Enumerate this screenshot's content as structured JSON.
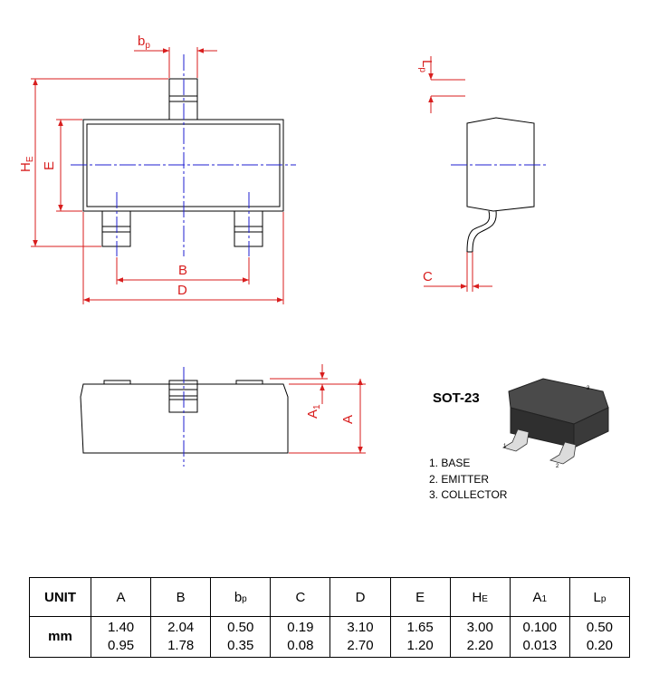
{
  "dimension_labels": {
    "bp": {
      "main": "b",
      "sub": "p"
    },
    "lp": {
      "main": "L",
      "sub": "p"
    },
    "he": {
      "main": "H",
      "sub": "E"
    },
    "e": "E",
    "b": "B",
    "d": "D",
    "c": "C",
    "a1": {
      "main": "A",
      "sub": "1"
    },
    "a": "A"
  },
  "package": {
    "title": "SOT-23",
    "pin_numbers": [
      "1",
      "2",
      "3"
    ],
    "pins": [
      "1.  BASE",
      "2.  EMITTER",
      "3.  COLLECTOR"
    ]
  },
  "table": {
    "unit_header": "UNIT",
    "columns": [
      {
        "main": "A",
        "sub": ""
      },
      {
        "main": "B",
        "sub": ""
      },
      {
        "main": "b",
        "sub": "p"
      },
      {
        "main": "C",
        "sub": ""
      },
      {
        "main": "D",
        "sub": ""
      },
      {
        "main": "E",
        "sub": ""
      },
      {
        "main": "H",
        "sub": "E"
      },
      {
        "main": "A",
        "sub": "1"
      },
      {
        "main": "L",
        "sub": "p"
      }
    ],
    "unit": "mm",
    "max_values": [
      "1.40",
      "2.04",
      "0.50",
      "0.19",
      "3.10",
      "1.65",
      "3.00",
      "0.100",
      "0.50"
    ],
    "min_values": [
      "0.95",
      "1.78",
      "0.35",
      "0.08",
      "2.70",
      "1.20",
      "2.20",
      "0.013",
      "0.20"
    ]
  },
  "colors": {
    "dimension": "#d81e1e",
    "centerline": "#1f1fd0",
    "outline": "#000000",
    "package_body": "#3a3a3a"
  }
}
